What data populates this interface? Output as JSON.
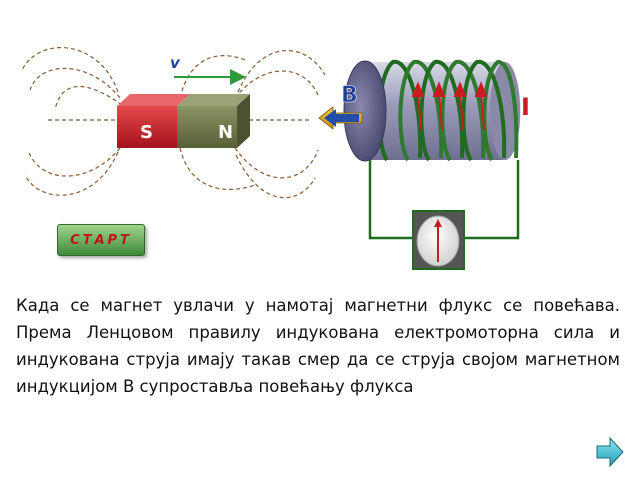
{
  "diagram": {
    "velocity_label": "v",
    "pole_s": "S",
    "pole_n": "N",
    "field_label": "B",
    "current_label": "I"
  },
  "controls": {
    "start_label": "СТАРТ"
  },
  "description": "Када се магнет увлачи у намотај магнетни флукс се повећава. Према Ленцовом правилу индукована електромоторна сила и индукована струја имају такав смер да се струја својом магнетном индукцијом B супроставља повећању флукса",
  "colors": {
    "magnet_south": "#cc1f24",
    "magnet_north": "#6f7a4c",
    "coil_wire": "#2f7a2f",
    "current_arrow": "#c81c22",
    "field_arrow": "#1f4fa8",
    "circuit_wire": "#1f6b1f",
    "field_lines": "#8a5a30"
  }
}
